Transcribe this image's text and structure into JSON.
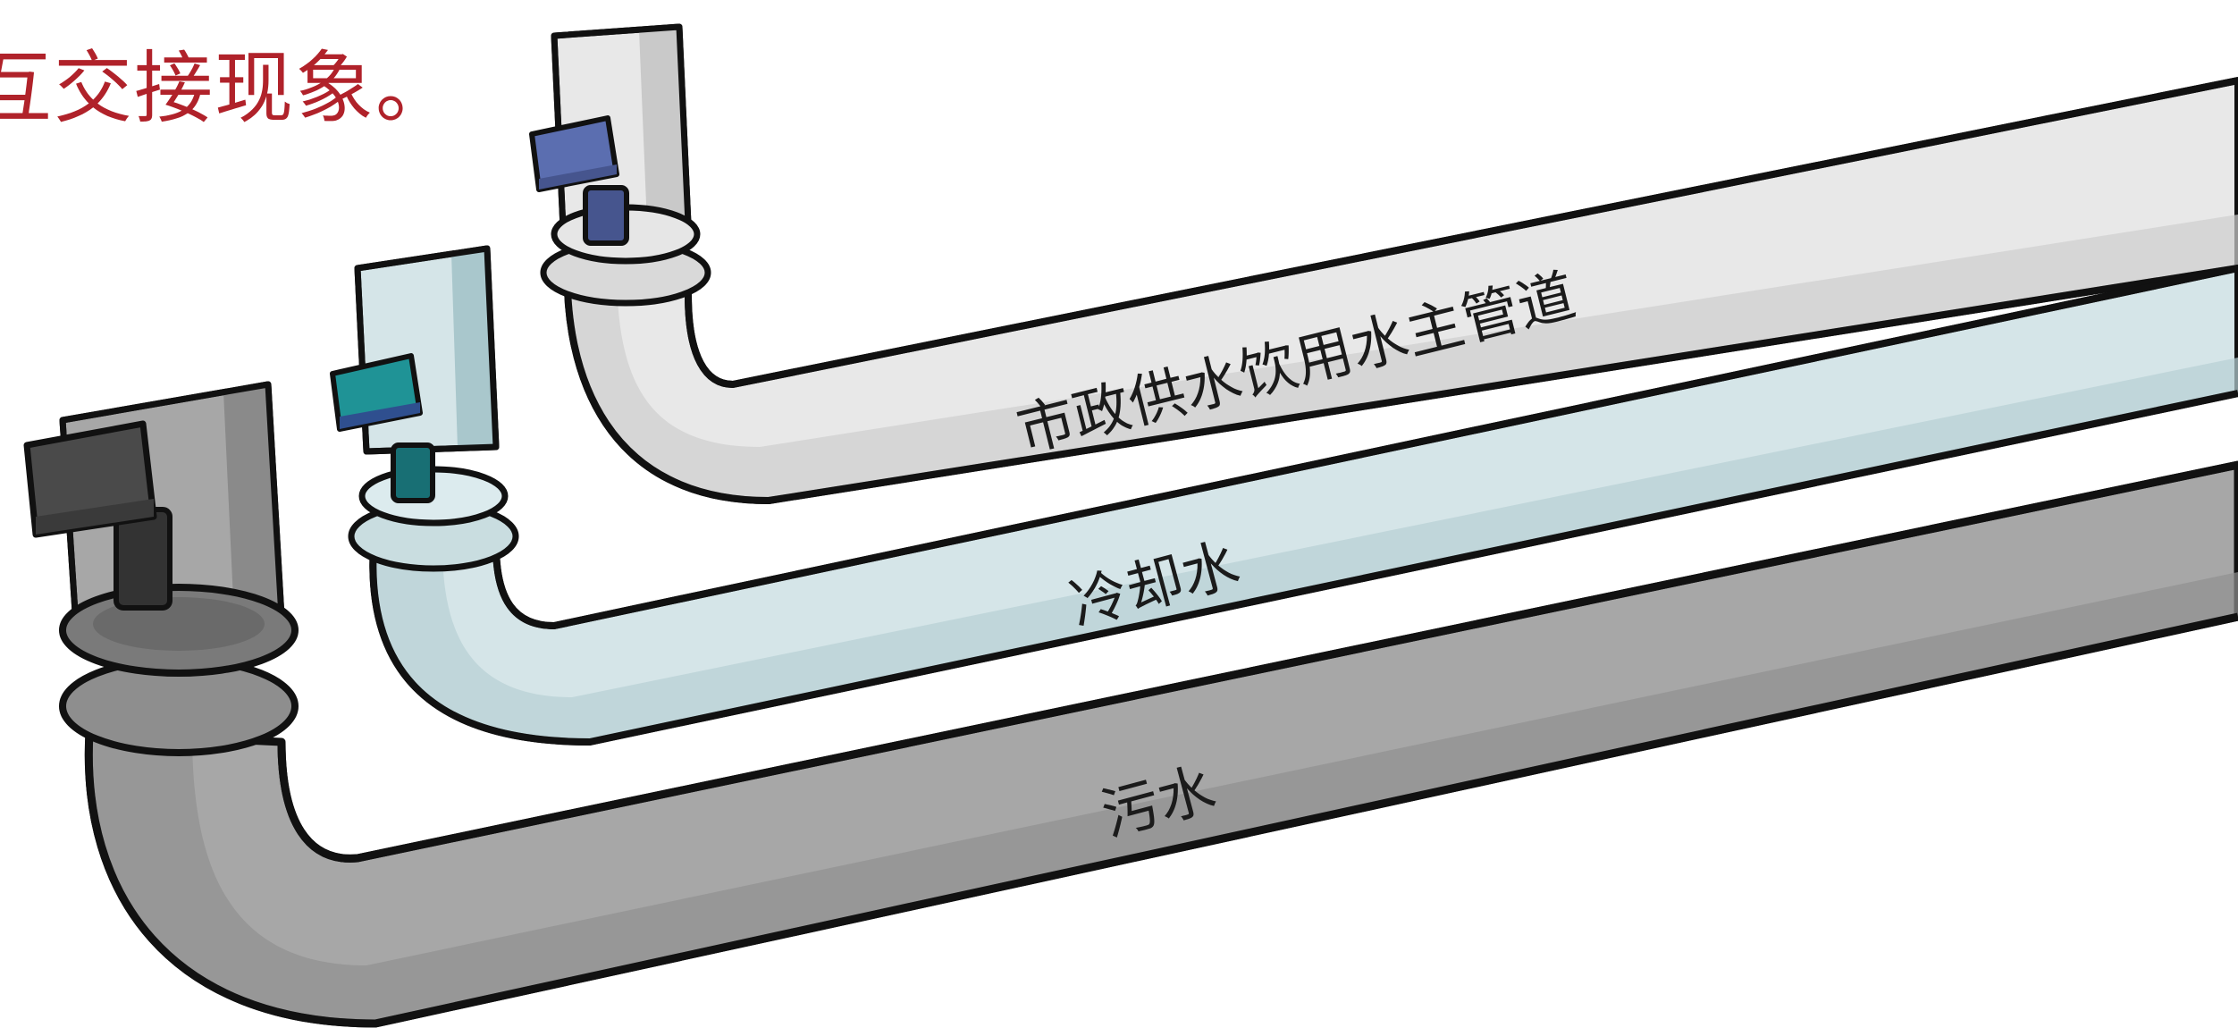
{
  "heading": {
    "text": "互交接现象。",
    "color": "#b0222a"
  },
  "pipes": [
    {
      "id": "drinking-water",
      "label": "市政供水饮用水主管道",
      "fill": "#e8e8e8",
      "shade": "#c9c9c9",
      "valve_color": "#5b6eb0",
      "valve_stem": "#46558e"
    },
    {
      "id": "cooling-water",
      "label": "冷却水",
      "fill": "#d5e5e8",
      "shade": "#a9c7cc",
      "valve_color": "#1f9396",
      "valve_stem": "#186f74"
    },
    {
      "id": "sewage",
      "label": "污水",
      "fill": "#a7a7a7",
      "shade": "#8a8a8a",
      "valve_color": "#4a4a4a",
      "valve_stem": "#333333"
    }
  ]
}
